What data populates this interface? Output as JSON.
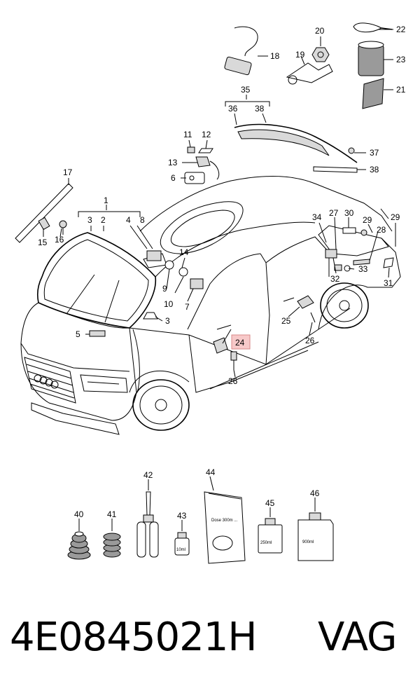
{
  "diagram": {
    "callouts": [
      "1",
      "2",
      "3",
      "3",
      "4",
      "5",
      "6",
      "7",
      "8",
      "9",
      "10",
      "11",
      "12",
      "13",
      "14",
      "15",
      "16",
      "17",
      "18",
      "19",
      "20",
      "21",
      "22",
      "23",
      "24",
      "25",
      "26",
      "26",
      "27",
      "28",
      "29",
      "29",
      "30",
      "31",
      "32",
      "33",
      "34",
      "35",
      "36",
      "37",
      "38",
      "40",
      "41",
      "42",
      "43",
      "44",
      "45",
      "46"
    ],
    "highlighted_callout": "24",
    "highlight_color": "#f7c9c9",
    "highlight_border": "#d88a8a",
    "package_labels": {
      "bag": "Dose 300m ...",
      "bottle_small": "10ml",
      "bottle_medium": "250ml",
      "bottle_large": "900ml"
    }
  },
  "caption": {
    "part_number": "4E0845021H",
    "brand": "VAG"
  }
}
